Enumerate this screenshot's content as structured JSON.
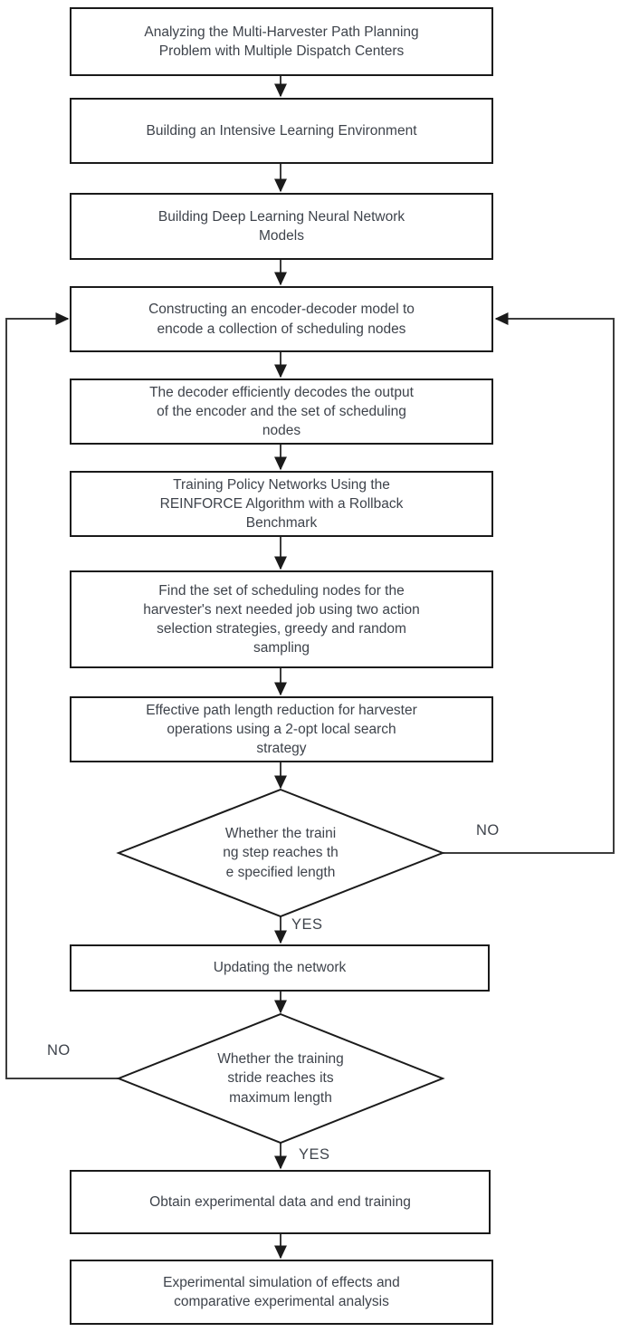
{
  "colors": {
    "background": "#ffffff",
    "box_border": "#1a1a1a",
    "line": "#3c3c3c",
    "arrowhead": "#1b1b1b",
    "text": "#3e434b"
  },
  "flowchart": {
    "nodes": [
      {
        "id": "analyze",
        "type": "process",
        "label": "Analyzing the Multi-Harvester Path Planning\nProblem with Multiple Dispatch Centers"
      },
      {
        "id": "environment",
        "type": "process",
        "label": "Building an Intensive Learning Environment"
      },
      {
        "id": "neural-models",
        "type": "process",
        "label": "Building Deep Learning Neural Network\nModels"
      },
      {
        "id": "encoder-decoder",
        "type": "process",
        "label": "Constructing an encoder-decoder model to\nencode a collection of scheduling nodes"
      },
      {
        "id": "decoder",
        "type": "process",
        "label": "The decoder efficiently decodes the output\nof the encoder and the set of scheduling\nnodes"
      },
      {
        "id": "reinforce",
        "type": "process",
        "label": "Training Policy Networks Using the\nREINFORCE Algorithm with a Rollback\nBenchmark"
      },
      {
        "id": "action-selection",
        "type": "process",
        "label": "Find the set of scheduling nodes for the\nharvester's next needed job using two action\nselection strategies, greedy and random\nsampling"
      },
      {
        "id": "two-opt",
        "type": "process",
        "label": "Effective path length reduction for harvester\noperations using a 2-opt local search\nstrategy"
      },
      {
        "id": "decision-training-step",
        "type": "decision",
        "label": "Whether the traini\nng step reaches th\ne specified length"
      },
      {
        "id": "update-network",
        "type": "process",
        "label": "Updating the network"
      },
      {
        "id": "decision-training-stride",
        "type": "decision",
        "label": "Whether the training\nstride reaches its\nmaximum length"
      },
      {
        "id": "obtain-data",
        "type": "process",
        "label": "Obtain experimental data and end training"
      },
      {
        "id": "simulation",
        "type": "process",
        "label": "Experimental simulation of effects and\ncomparative experimental analysis"
      }
    ],
    "branch_labels": {
      "decision_step_no": "NO",
      "decision_step_yes": "YES",
      "decision_stride_no": "NO",
      "decision_stride_yes": "YES"
    },
    "edges": [
      {
        "from": "analyze",
        "to": "environment"
      },
      {
        "from": "environment",
        "to": "neural-models"
      },
      {
        "from": "neural-models",
        "to": "encoder-decoder"
      },
      {
        "from": "encoder-decoder",
        "to": "decoder"
      },
      {
        "from": "decoder",
        "to": "reinforce"
      },
      {
        "from": "reinforce",
        "to": "action-selection"
      },
      {
        "from": "action-selection",
        "to": "two-opt"
      },
      {
        "from": "two-opt",
        "to": "decision-training-step"
      },
      {
        "from": "decision-training-step",
        "to": "update-network",
        "label": "YES"
      },
      {
        "from": "decision-training-step",
        "to": "encoder-decoder",
        "label": "NO",
        "route": "right-side-loop"
      },
      {
        "from": "update-network",
        "to": "decision-training-stride"
      },
      {
        "from": "decision-training-stride",
        "to": "obtain-data",
        "label": "YES"
      },
      {
        "from": "decision-training-stride",
        "to": "encoder-decoder",
        "label": "NO",
        "route": "left-side-loop"
      },
      {
        "from": "obtain-data",
        "to": "simulation"
      }
    ]
  }
}
